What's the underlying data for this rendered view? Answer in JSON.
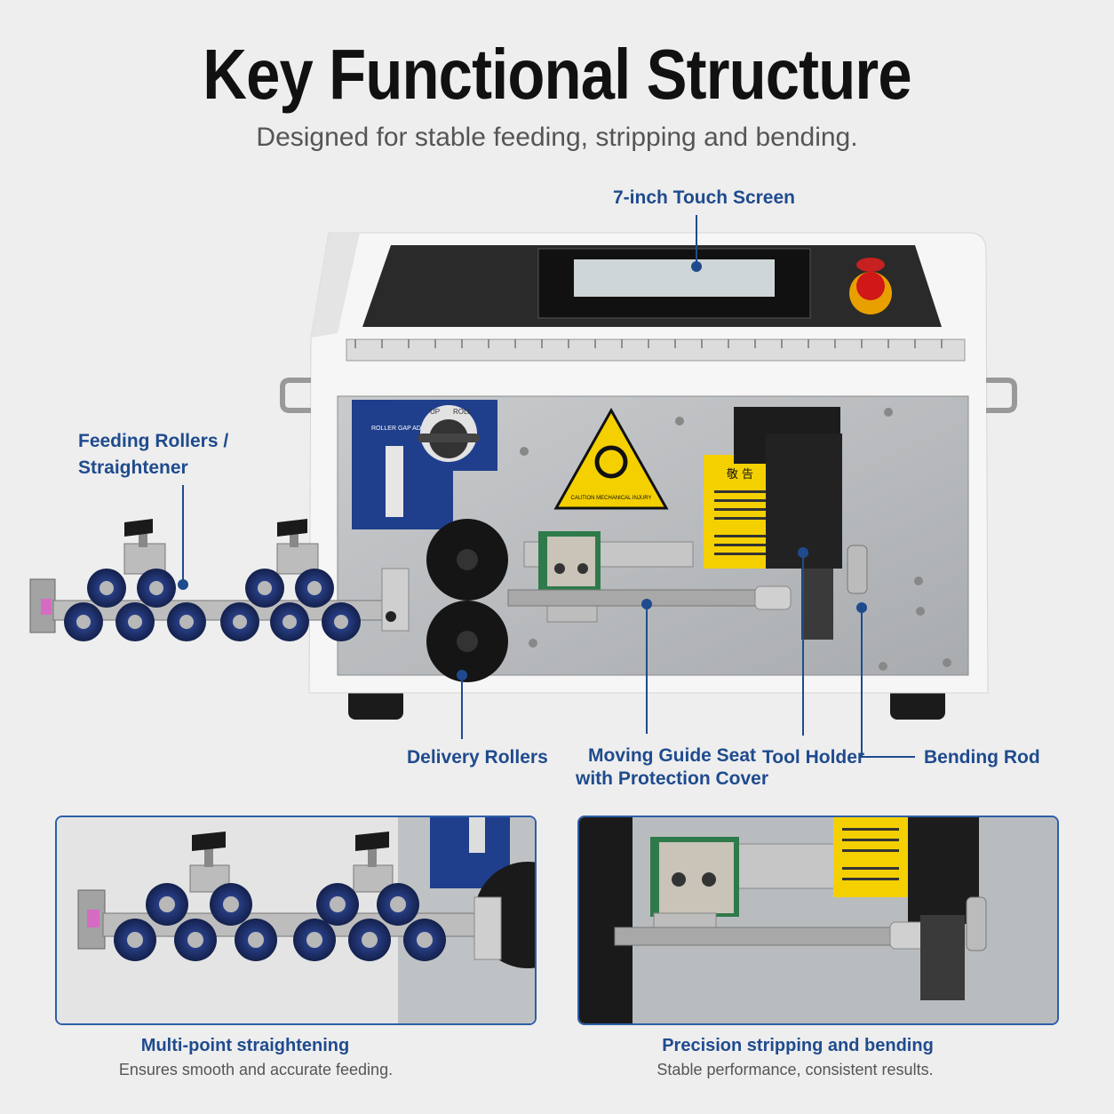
{
  "header": {
    "title": "Key Functional Structure",
    "subtitle": "Designed for stable feeding, stripping and bending."
  },
  "callouts": {
    "touch_screen": "7-inch Touch Screen",
    "feeding_rollers_line1": "Feeding Rollers /",
    "feeding_rollers_line2": "Straightener",
    "delivery_rollers": "Delivery Rollers",
    "guide_seat_line1": "Moving Guide Seat",
    "guide_seat_line2": "with Protection Cover",
    "tool_holder": "Tool Holder",
    "bending_rod": "Bending Rod"
  },
  "machine_labels": {
    "roller_gap": "ROLLER GAP ADJUSTMENT",
    "up": "UP",
    "roll": "ROLL",
    "warning": "CAUTION MECHANICAL INJURY",
    "notice_title": "敬 告"
  },
  "panels": {
    "left_title": "Multi-point straightening",
    "left_sub": "Ensures smooth and accurate feeding.",
    "right_title": "Precision stripping and bending",
    "right_sub": "Stable performance, consistent results."
  },
  "colors": {
    "accent": "#1f4b8e",
    "roller_blue": "#1b2f6b",
    "warning_yellow": "#f4d000",
    "emergency_red": "#d01818"
  }
}
